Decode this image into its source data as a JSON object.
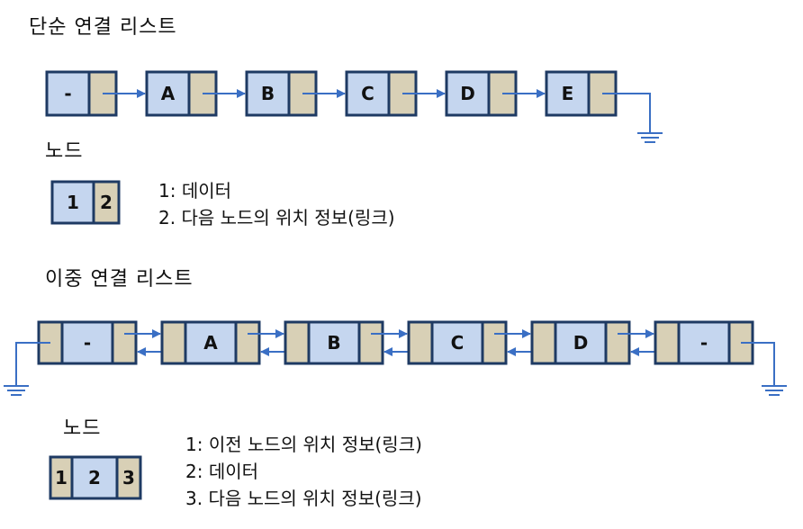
{
  "single": {
    "title": "단순 연결 리스트",
    "nodes": [
      "-",
      "A",
      "B",
      "C",
      "D",
      "E"
    ],
    "node_title": "노드",
    "node_fields": [
      "1",
      "2"
    ],
    "legend": [
      "1: 데이터",
      "2. 다음 노드의 위치 정보(링크)"
    ]
  },
  "double": {
    "title": "이중 연결 리스트",
    "nodes": [
      "-",
      "A",
      "B",
      "C",
      "D",
      "-"
    ],
    "node_title": "노드",
    "node_fields": [
      "1",
      "2",
      "3"
    ],
    "legend": [
      "1: 이전 노드의 위치 정보(링크)",
      "2: 데이터",
      "3. 다음 노드의 위치 정보(링크)"
    ]
  },
  "colors": {
    "data_cell": "#c5d6ef",
    "link_cell": "#d8d0b6",
    "border": "#1e3a63",
    "arrow": "#3a6fc4"
  }
}
